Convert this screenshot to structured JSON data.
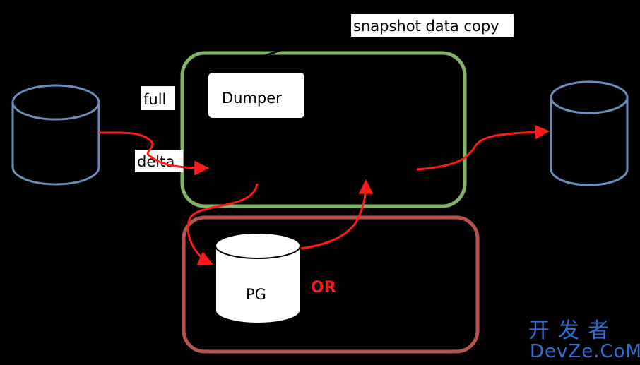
{
  "labels": {
    "snapshot": "snapshot data copy",
    "full": "full",
    "delta": "delta",
    "dumper": "Dumper",
    "pg": "PG",
    "or": "OR"
  },
  "watermark": {
    "line1": "开发者",
    "line2": "DevZe.CoM"
  },
  "colors": {
    "background": "#000000",
    "db_outline": "#6c8ebf",
    "green_box": "#82b366",
    "red_box": "#b85450",
    "arrow": "#ff1a1a",
    "watermark": "#2f6fd6"
  }
}
